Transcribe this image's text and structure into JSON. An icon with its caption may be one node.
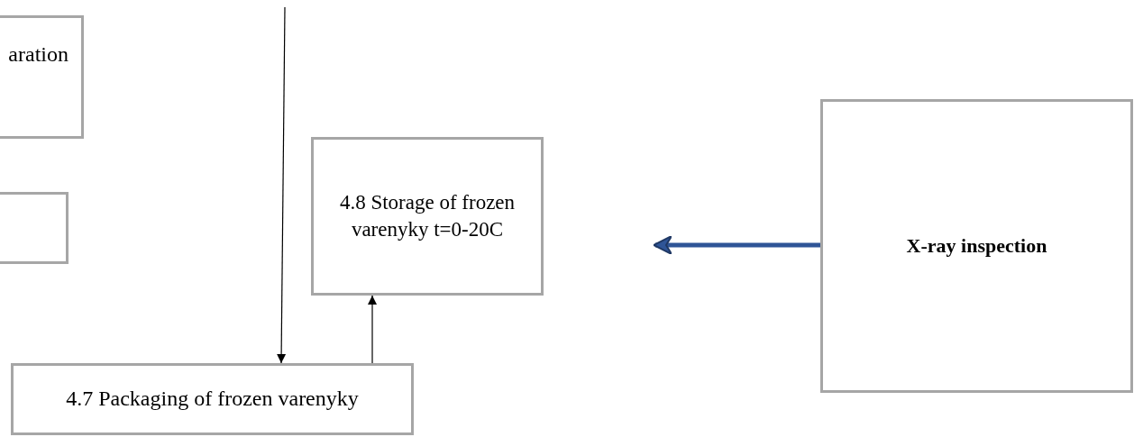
{
  "diagram": {
    "nodes": [
      {
        "text": [
          "aration"
        ]
      },
      {
        "text": [],
        "shape": "box"
      },
      {
        "text": [
          "4.8 Storage of frozen varenyky t=0-20C"
        ]
      },
      {
        "text": [
          "4.7 Packaging of frozen varenyky"
        ]
      },
      {
        "text": [
          "X-ray inspection"
        ]
      }
    ],
    "edges": [
      {
        "from": null,
        "to": 3,
        "arrow": "to"
      },
      {
        "from": 3,
        "to": 2,
        "arrow": "to"
      },
      {
        "from": 4,
        "to": null,
        "arrow": "to",
        "style": "thick",
        "color": "#2f5597"
      }
    ]
  }
}
